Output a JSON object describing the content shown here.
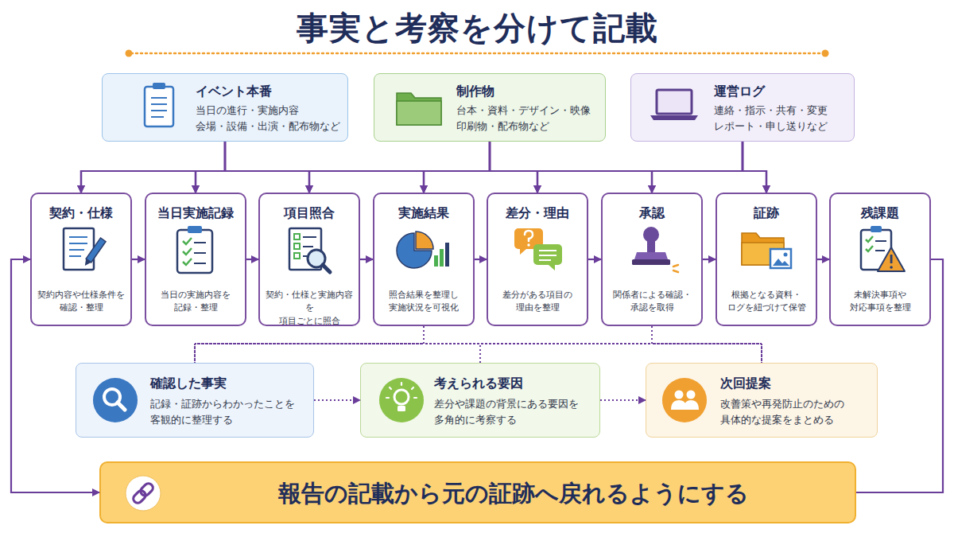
{
  "diagram": {
    "title": "事実と考察を分けて記載",
    "nodes": [
      {
        "text": [
          "イベント本番",
          "当日の進行・実施内容 会場・設備・出演・配布物など"
        ]
      },
      {
        "text": [
          "制作物",
          "台本・資料・デザイン・映像 印刷物・配布物など"
        ]
      },
      {
        "text": [
          "運営ログ",
          "連絡・指示・共有・変更 レポート・申し送りなど"
        ]
      },
      {
        "text": [
          "契約・仕様",
          "契約内容や仕様条件を 確認・整理"
        ]
      },
      {
        "text": [
          "当日実施記録",
          "当日の実施内容を 記録・整理"
        ]
      },
      {
        "text": [
          "項目照合",
          "契約・仕様と実施内容を 項目ごとに照合"
        ]
      },
      {
        "text": [
          "実施結果",
          "照合結果を整理し 実施状況を可視化"
        ]
      },
      {
        "text": [
          "差分・理由",
          "差分がある項目の 理由を整理"
        ]
      },
      {
        "text": [
          "承認",
          "関係者による確認・ 承認を取得"
        ]
      },
      {
        "text": [
          "証跡",
          "根拠となる資料・ ログを紐づけて保管"
        ]
      },
      {
        "text": [
          "残課題",
          "未解決事項や 対応事項を整理"
        ]
      },
      {
        "text": [
          "確認した事実",
          "記録・証跡からわかったことを 客観的に整理する"
        ]
      },
      {
        "text": [
          "考えられる要因",
          "差分や課題の背景にある要因を 多角的に考察する"
        ]
      },
      {
        "text": [
          "次回提案",
          "改善策や再発防止のための 具体的な提案をまとめる"
        ]
      },
      {
        "text": [
          "報告の記載から元の証跡へ戻れるようにする"
        ]
      }
    ],
    "edges": [
      {
        "from": 0,
        "to": 3,
        "arrow": "to"
      },
      {
        "from": 0,
        "to": 4,
        "arrow": "to"
      },
      {
        "from": 0,
        "to": 5,
        "arrow": "to"
      },
      {
        "from": 0,
        "to": 6,
        "arrow": "to"
      },
      {
        "from": 0,
        "to": 7,
        "arrow": "to"
      },
      {
        "from": 0,
        "to": 8,
        "arrow": "to"
      },
      {
        "from": 0,
        "to": 9,
        "arrow": "to"
      },
      {
        "from": 1,
        "to": 3,
        "arrow": "to"
      },
      {
        "from": 1,
        "to": 4,
        "arrow": "to"
      },
      {
        "from": 1,
        "to": 5,
        "arrow": "to"
      },
      {
        "from": 1,
        "to": 6,
        "arrow": "to"
      },
      {
        "from": 1,
        "to": 7,
        "arrow": "to"
      },
      {
        "from": 1,
        "to": 8,
        "arrow": "to"
      },
      {
        "from": 1,
        "to": 9,
        "arrow": "to"
      },
      {
        "from": 2,
        "to": 3,
        "arrow": "to"
      },
      {
        "from": 2,
        "to": 4,
        "arrow": "to"
      },
      {
        "from": 2,
        "to": 5,
        "arrow": "to"
      },
      {
        "from": 2,
        "to": 6,
        "arrow": "to"
      },
      {
        "from": 2,
        "to": 7,
        "arrow": "to"
      },
      {
        "from": 2,
        "to": 8,
        "arrow": "to"
      },
      {
        "from": 2,
        "to": 9,
        "arrow": "to"
      },
      {
        "from": 3,
        "to": 4,
        "arrow": "to"
      },
      {
        "from": 4,
        "to": 5,
        "arrow": "to"
      },
      {
        "from": 5,
        "to": 6,
        "arrow": "to"
      },
      {
        "from": 6,
        "to": 7,
        "arrow": "to"
      },
      {
        "from": 7,
        "to": 8,
        "arrow": "to"
      },
      {
        "from": 8,
        "to": 9,
        "arrow": "to"
      },
      {
        "from": 9,
        "to": 10,
        "arrow": "to"
      },
      {
        "from": 6,
        "to": 11,
        "arrow": "none"
      },
      {
        "from": 6,
        "to": 12,
        "arrow": "none"
      },
      {
        "from": 6,
        "to": 13,
        "arrow": "none"
      },
      {
        "from": 8,
        "to": 11,
        "arrow": "none"
      },
      {
        "from": 8,
        "to": 12,
        "arrow": "none"
      },
      {
        "from": 8,
        "to": 13,
        "arrow": "none"
      },
      {
        "from": 11,
        "to": 12,
        "arrow": "to"
      },
      {
        "from": 12,
        "to": 13,
        "arrow": "to"
      },
      {
        "from": 10,
        "to": 14,
        "arrow": "none"
      },
      {
        "from": 14,
        "to": 3,
        "arrow": "both"
      }
    ]
  }
}
